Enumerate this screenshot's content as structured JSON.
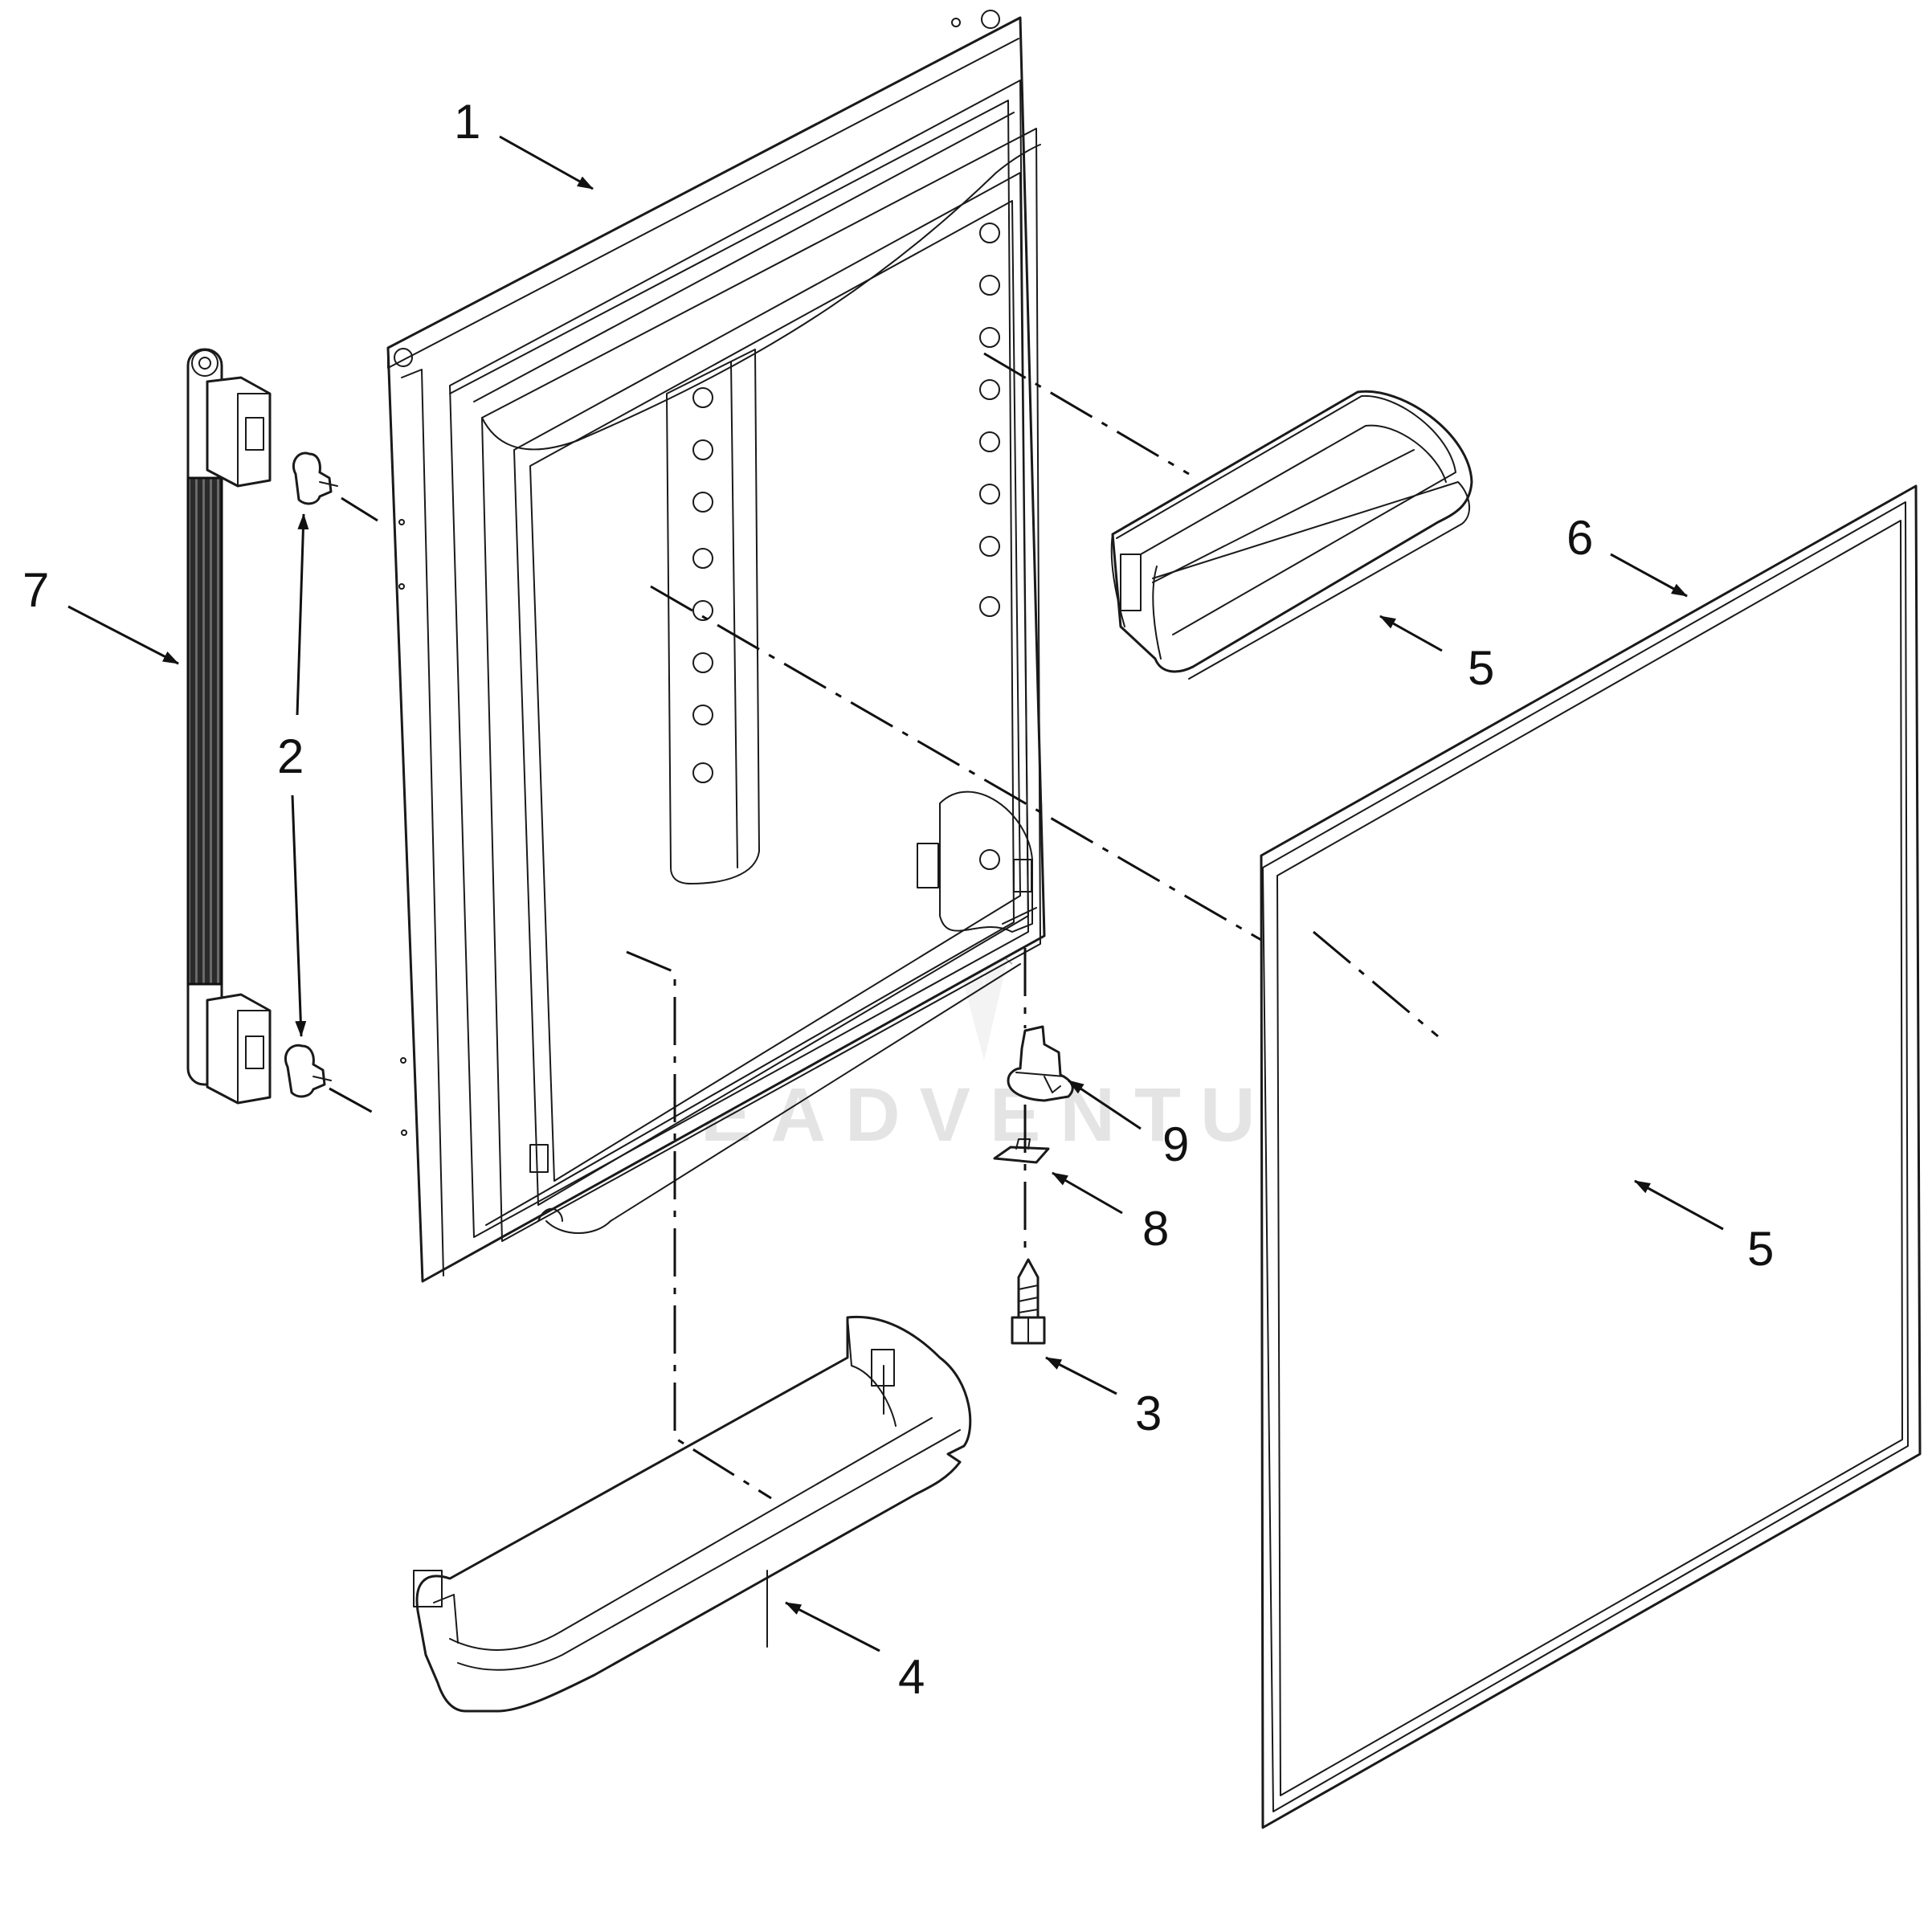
{
  "watermark": "LEADVENTURE",
  "callouts": {
    "door_liner": "1",
    "plug_button": "2",
    "screw": "3",
    "bottom_shelf": "4",
    "upper_bin": "5",
    "lower_bin": "5",
    "gasket": "6",
    "handle": "7",
    "hinge_shim": "8",
    "hinge_bushing": "9"
  },
  "colors": {
    "line": "#1a1a1a",
    "watermark": "#e4e4e4",
    "handle_grip": "#222222"
  },
  "icons": [
    "leader-arrow",
    "dash-dot-assembly-line",
    "watermark-logo"
  ]
}
